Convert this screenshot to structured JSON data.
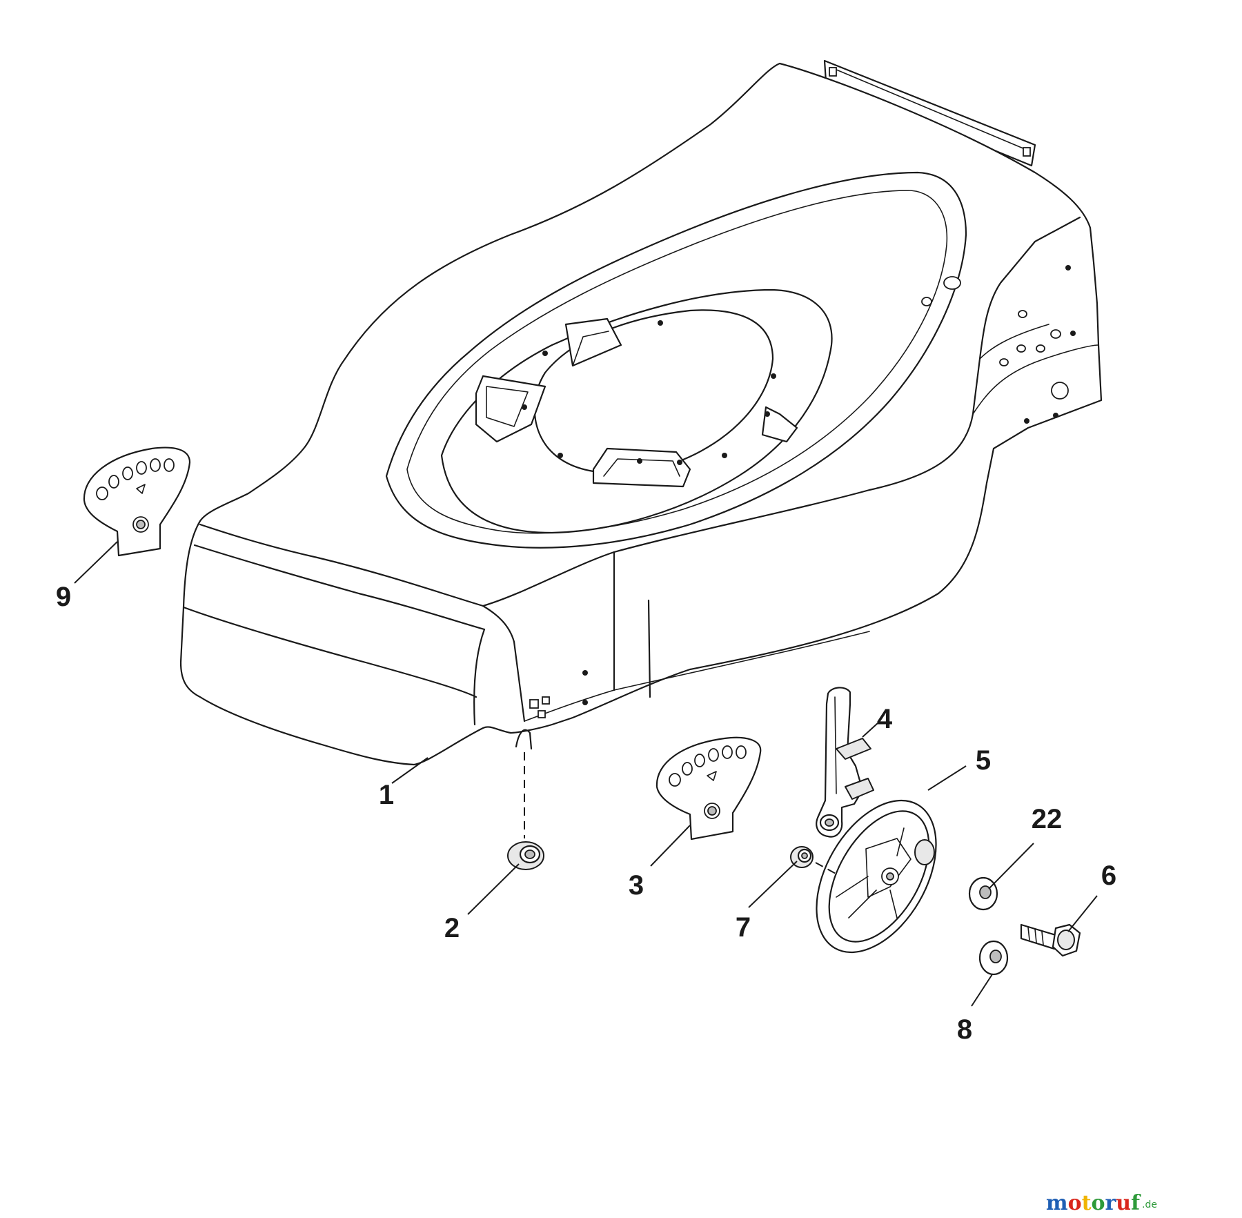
{
  "callouts": [
    {
      "id": "1",
      "label": "1"
    },
    {
      "id": "2",
      "label": "2"
    },
    {
      "id": "3",
      "label": "3"
    },
    {
      "id": "4",
      "label": "4"
    },
    {
      "id": "5",
      "label": "5"
    },
    {
      "id": "6",
      "label": "6"
    },
    {
      "id": "7",
      "label": "7"
    },
    {
      "id": "8",
      "label": "8"
    },
    {
      "id": "9",
      "label": "9"
    },
    {
      "id": "22",
      "label": "22"
    }
  ],
  "watermark": {
    "brand": "motoruf",
    "suffix": ".de",
    "colors": [
      "#1f5fb4",
      "#d9261c",
      "#f0b400",
      "#2e9a3a",
      "#1f5fb4",
      "#d9261c",
      "#2e9a3a"
    ]
  }
}
